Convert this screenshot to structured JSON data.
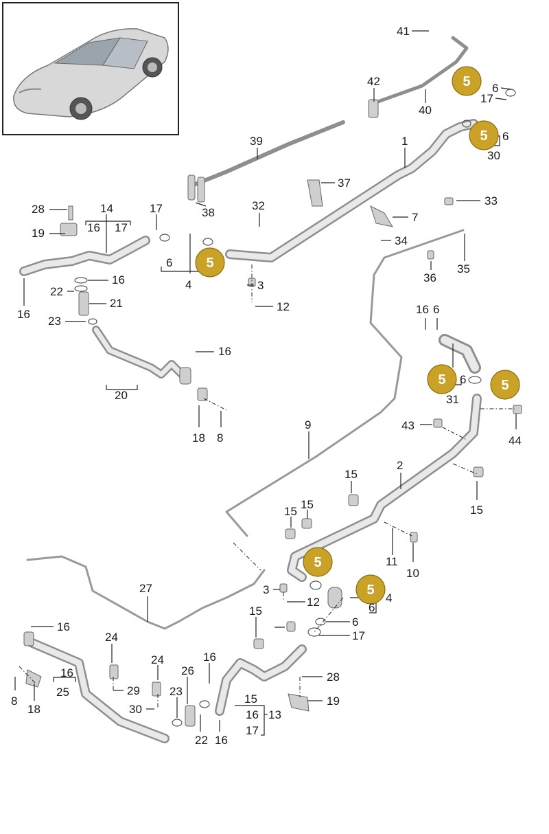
{
  "thumbnail": {
    "icon": "sports-car-icon"
  },
  "badge_color": "#C9A227",
  "badges": [
    {
      "id": "b1",
      "text": "5"
    },
    {
      "id": "b2",
      "text": "5"
    },
    {
      "id": "b3",
      "text": "5"
    },
    {
      "id": "b4",
      "text": "5"
    },
    {
      "id": "b5",
      "text": "5"
    },
    {
      "id": "b6",
      "text": "5"
    },
    {
      "id": "b7",
      "text": "5"
    }
  ],
  "labels": [
    "41",
    "42",
    "40",
    "6",
    "17",
    "6",
    "30",
    "1",
    "39",
    "37",
    "33",
    "38",
    "28",
    "14",
    "16",
    "17",
    "17",
    "32",
    "7",
    "19",
    "34",
    "6",
    "4",
    "35",
    "36",
    "3",
    "16",
    "22",
    "21",
    "12",
    "16",
    "6",
    "16",
    "23",
    "16",
    "20",
    "31",
    "6",
    "43",
    "44",
    "18",
    "8",
    "9",
    "15",
    "2",
    "15",
    "15",
    "15",
    "11",
    "10",
    "3",
    "12",
    "4",
    "6",
    "27",
    "16",
    "15",
    "6",
    "17",
    "24",
    "24",
    "16",
    "26",
    "28",
    "16",
    "25",
    "29",
    "23",
    "19",
    "8",
    "18",
    "30",
    "15",
    "13",
    "16",
    "17",
    "22",
    "16"
  ]
}
